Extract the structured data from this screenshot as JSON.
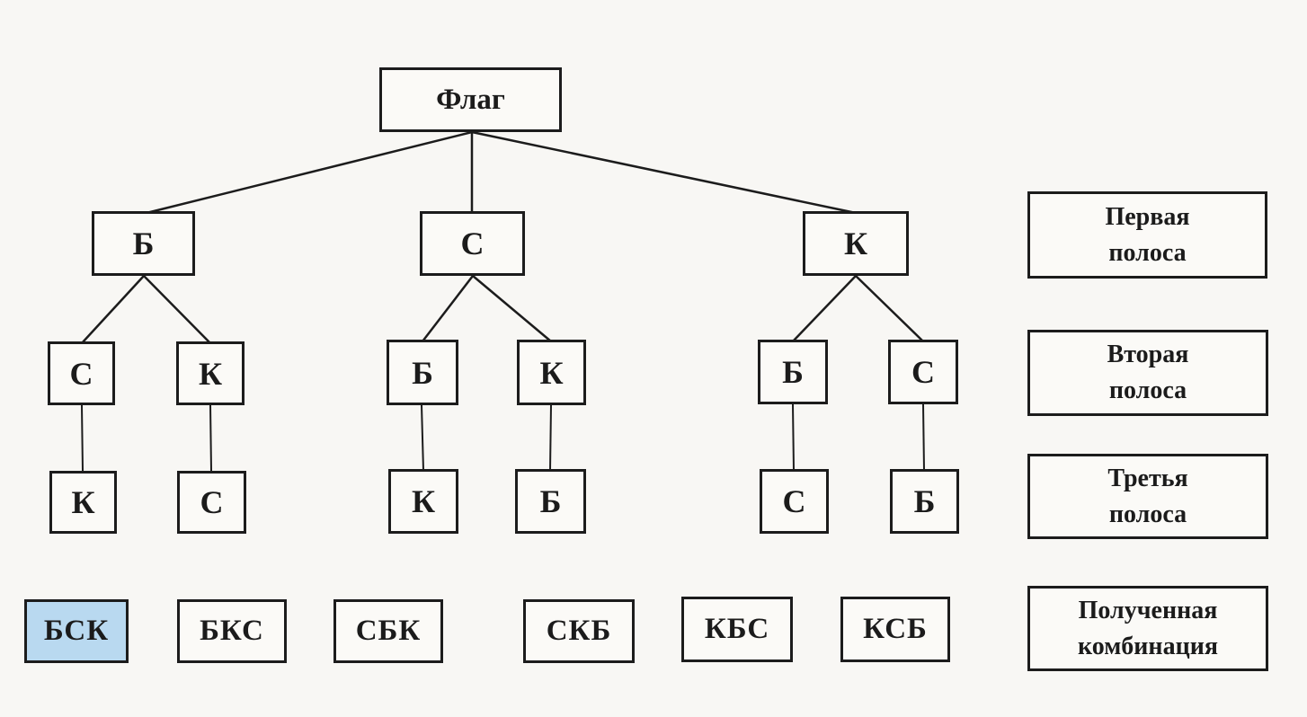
{
  "tree": {
    "root": {
      "label": "Флаг"
    },
    "level1": [
      {
        "label": "Б"
      },
      {
        "label": "С"
      },
      {
        "label": "К"
      }
    ],
    "level2": [
      {
        "label": "С"
      },
      {
        "label": "К"
      },
      {
        "label": "Б"
      },
      {
        "label": "К"
      },
      {
        "label": "Б"
      },
      {
        "label": "С"
      }
    ],
    "level3": [
      {
        "label": "К"
      },
      {
        "label": "С"
      },
      {
        "label": "К"
      },
      {
        "label": "Б"
      },
      {
        "label": "С"
      },
      {
        "label": "Б"
      }
    ]
  },
  "combinations": [
    {
      "label": "БСК",
      "highlighted": true
    },
    {
      "label": "БКС",
      "highlighted": false
    },
    {
      "label": "СБК",
      "highlighted": false
    },
    {
      "label": "СКБ",
      "highlighted": false
    },
    {
      "label": "КБС",
      "highlighted": false
    },
    {
      "label": "КСБ",
      "highlighted": false
    }
  ],
  "row_labels": [
    {
      "line1": "Первая",
      "line2": "полоса"
    },
    {
      "line1": "Вторая",
      "line2": "полоса"
    },
    {
      "line1": "Третья",
      "line2": "полоса"
    },
    {
      "line1": "Полученная",
      "line2": "комбинация"
    }
  ],
  "colors": {
    "highlight": "#b9d9f0",
    "line": "#1c1c1c",
    "background": "#f8f7f4"
  }
}
